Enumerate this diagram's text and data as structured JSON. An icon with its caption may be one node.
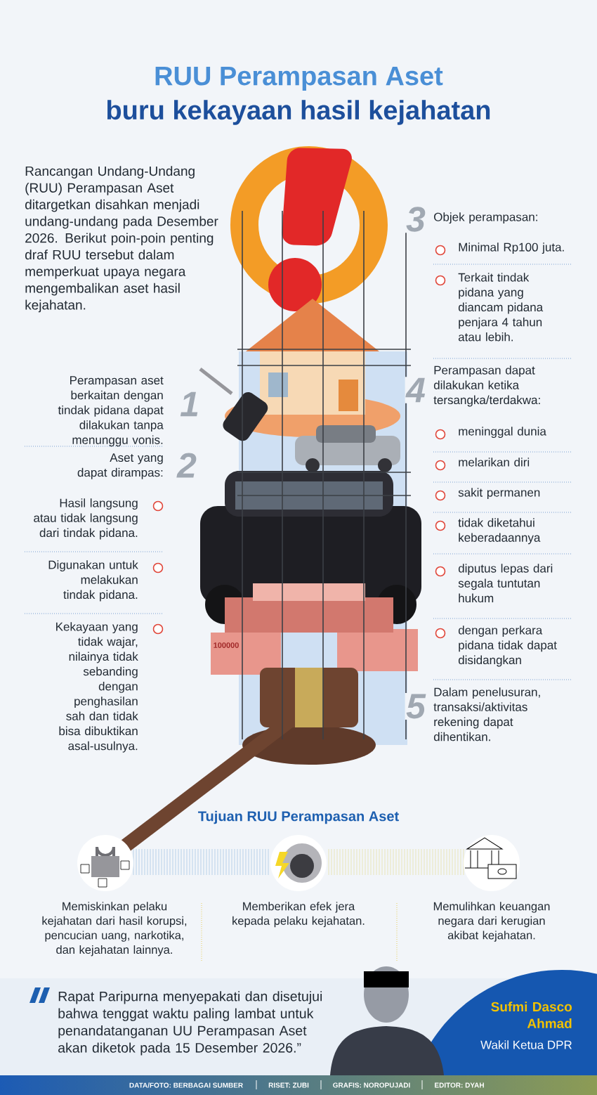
{
  "diagram": {
    "title": "RUU Perampasan Aset",
    "labels": [
      "buru kekayaan hasil kejahatan",
      "Rancangan Undang-Undang (RUU) Perampasan Aset ditargetkan disahkan menjadi undang-undang pada Desember 2026. Berikut poin-poin penting draf RUU tersebut dalam memperkuat upaya negara mengembalikan aset hasil kejahatan.",
      "3",
      "Objek perampasan:",
      "Minimal Rp100 juta.",
      "Terkait tindak pidana yang diancam pidana penjara 4 tahun atau lebih.",
      "Perampasan aset berkaitan dengan tindak pidana dapat dilakukan tanpa menunggu vonis.",
      "1",
      "4",
      "Perampasan dapat dilakukan ketika tersangka/terdakwa:",
      "meninggal dunia",
      "melarikan diri",
      "Aset yang dapat dirampas:",
      "2",
      "sakit permanen",
      "Hasil langsung atau tidak langsung dari tindak pidana.",
      "tidak diketahui keberadaannya",
      "Digunakan untuk melakukan tindak pidana.",
      "diputus lepas dari segala tuntutan hukum",
      "Kekayaan yang tidak wajar, nilainya tidak sebanding dengan penghasilan sah dan tidak bisa dibuktikan asal-usulnya.",
      "dengan perkara pidana tidak dapat disidangkan",
      "100000",
      "5",
      "Dalam penelusuran, transaksi/aktivitas rekening dapat dihentikan.",
      "Tujuan RUU Perampasan Aset",
      "Memiskinkan pelaku kejahatan dari hasil korupsi, pencucian uang, narkotika, dan kejahatan lainnya.",
      "Memberikan efek jera kepada pelaku kejahatan.",
      "Memulihkan keuangan negara dari kerugian akibat kejahatan.",
      "Rapat Paripurna menyepakati dan disetujui bahwa tenggat waktu paling lambat untuk penandatanganan UU Perampasan Aset akan diketok pada 15 Desember 2026.”",
      "Sufmi Dasco Ahmad",
      "Wakil Ketua DPR",
      "DATA/FOTO: BERBAGAI SUMBER",
      "RISET: ZUBI",
      "GRAFIS: NOROPUJADI",
      "EDITOR: DYAH"
    ]
  }
}
